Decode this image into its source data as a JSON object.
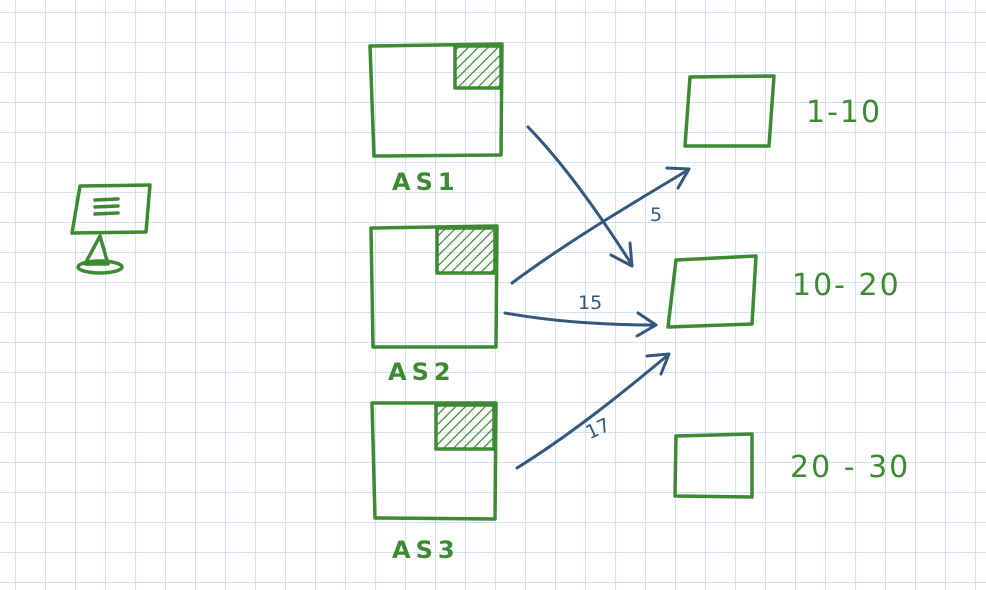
{
  "colors": {
    "green": "#3d8a33",
    "blue": "#35577e",
    "grid": "#d3e2f0"
  },
  "client": {
    "icon": "computer-monitor-icon"
  },
  "servers": [
    {
      "label": "AS1"
    },
    {
      "label": "AS2"
    },
    {
      "label": "AS3"
    }
  ],
  "shards": [
    {
      "range": "1-10"
    },
    {
      "range": "10- 20"
    },
    {
      "range": "20 - 30"
    }
  ],
  "connections": [
    {
      "from": "AS1",
      "to": "10- 20",
      "weight": ""
    },
    {
      "from": "AS2",
      "to": "1-10",
      "weight": "5"
    },
    {
      "from": "AS2",
      "to": "10- 20",
      "weight": "15"
    },
    {
      "from": "AS3",
      "to": "10- 20",
      "weight": "17"
    }
  ]
}
